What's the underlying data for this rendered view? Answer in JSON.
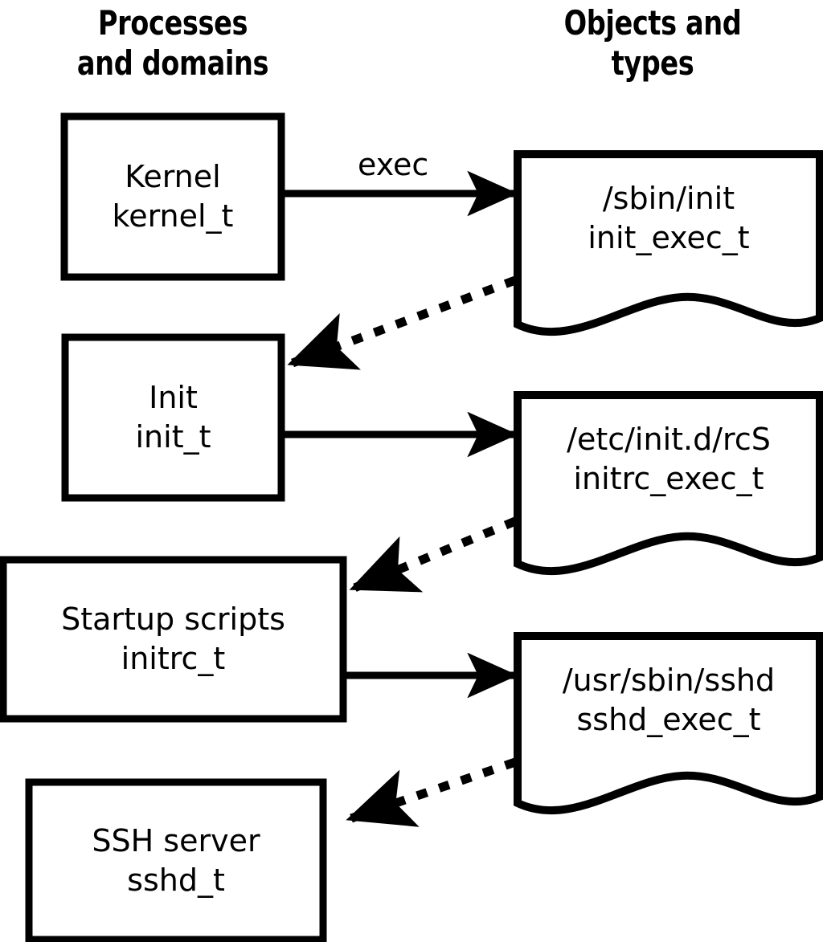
{
  "diagram": {
    "title_left": "Processes\nand domains",
    "title_right": "Objects and\ntypes",
    "stroke_color": "#000000",
    "fill_color": "#ffffff",
    "background_color": "#ffffff"
  },
  "columns": {
    "left": {
      "header": "Processes\nand domains"
    },
    "right": {
      "header": "Objects and\ntypes"
    }
  },
  "process_nodes": [
    {
      "id": "kernel",
      "name": "Kernel",
      "type": "kernel_t"
    },
    {
      "id": "init",
      "name": "Init",
      "type": "init_t"
    },
    {
      "id": "initrc",
      "name": "Startup scripts",
      "type": "initrc_t"
    },
    {
      "id": "sshd",
      "name": "SSH server",
      "type": "sshd_t"
    }
  ],
  "object_nodes": [
    {
      "id": "init_exec",
      "path": "/sbin/init",
      "type": "init_exec_t"
    },
    {
      "id": "initrc_exec",
      "path": "/etc/init.d/rcS",
      "type": "initrc_exec_t"
    },
    {
      "id": "sshd_exec",
      "path": "/usr/sbin/sshd",
      "type": "sshd_exec_t"
    }
  ],
  "edges": [
    {
      "id": "e1",
      "from": "kernel",
      "to": "init_exec",
      "label": "exec",
      "style": "solid"
    },
    {
      "id": "e2",
      "from": "init_exec",
      "to": "init",
      "label": "",
      "style": "dotted"
    },
    {
      "id": "e3",
      "from": "init",
      "to": "initrc_exec",
      "label": "",
      "style": "solid"
    },
    {
      "id": "e4",
      "from": "initrc_exec",
      "to": "initrc",
      "label": "",
      "style": "dotted"
    },
    {
      "id": "e5",
      "from": "initrc",
      "to": "sshd_exec",
      "label": "",
      "style": "solid"
    },
    {
      "id": "e6",
      "from": "sshd_exec",
      "to": "sshd",
      "label": "",
      "style": "dotted"
    }
  ]
}
